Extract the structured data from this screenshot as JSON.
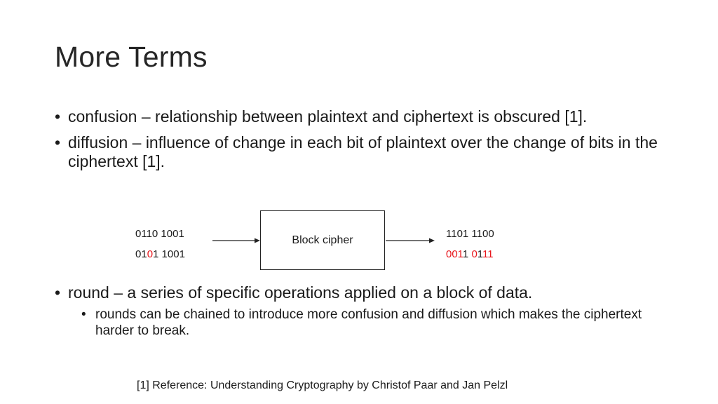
{
  "slide": {
    "title": "More Terms",
    "bullets": [
      {
        "marker": "•",
        "text": "confusion – relationship between plaintext and ciphertext is obscured [1]."
      },
      {
        "marker": "•",
        "text": "diffusion – influence of change in each bit of plaintext  over the change of bits in the ciphertext [1]."
      }
    ],
    "bullets_lower": [
      {
        "marker": "•",
        "text": "round – a series of specific operations applied on a block of data."
      }
    ],
    "sub_bullets": [
      {
        "marker": "•",
        "text": "rounds can be chained to introduce more confusion and diffusion which makes the ciphertext harder to break."
      }
    ],
    "diagram": {
      "input_1": "0110 1001",
      "input_2_part_a": "01",
      "input_2_part_b": "0",
      "input_2_part_c": "1 1001",
      "block_label": "Block cipher",
      "output_1": "1101 1100",
      "output_2_part_a": "001",
      "output_2_part_b": "1 ",
      "output_2_part_c": "0",
      "output_2_part_d": "1",
      "output_2_part_e": "11",
      "highlight_color": "#e8141a"
    },
    "footnote": "[1] Reference: Understanding Cryptography by Christof Paar and Jan Pelzl"
  }
}
